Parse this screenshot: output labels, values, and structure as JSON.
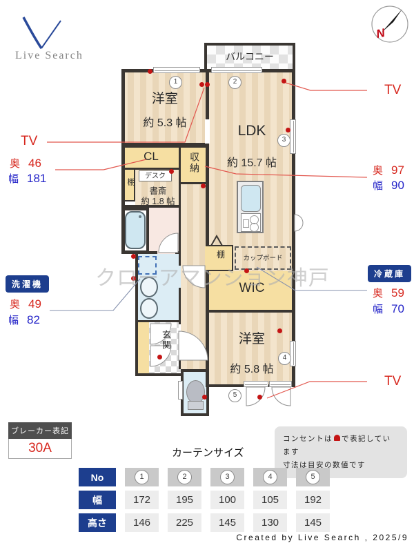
{
  "colors": {
    "accent_red": "#d7281f",
    "accent_blue": "#2323c8",
    "badge_navy": "#1d3e8e",
    "wall": "#3a3632",
    "room_yellow": "#f6dfa2"
  },
  "logo": {
    "brand": "Live Search"
  },
  "compass": {
    "north": "N"
  },
  "plan": {
    "balcony": "バルコニー",
    "room1_name": "洋室",
    "room1_size": "約 5.3 帖",
    "ldk_name": "LDK",
    "ldk_size": "約 15.7 帖",
    "cl": "CL",
    "storage": "収納",
    "shelf_left": "棚",
    "desk": "デスク",
    "study_name": "書斎",
    "study_size": "約 1.8 帖",
    "shelf_kitchen": "棚",
    "cupboard": "カップボード",
    "wic": "WIC",
    "entrance": "玄関",
    "room2_name": "洋室",
    "room2_size": "約 5.8 帖",
    "tags": {
      "t1": "1",
      "t2": "2",
      "t3": "3",
      "t4": "4",
      "t5": "5"
    },
    "watermark": "クローアマンション神戸"
  },
  "annotations": {
    "tv": "TV",
    "depth_label": "奥",
    "width_label": "幅",
    "cl_dims": {
      "depth": "46",
      "width": "181"
    },
    "washer": {
      "label": "洗濯機",
      "depth": "49",
      "width": "82"
    },
    "storage_dims": {
      "depth": "97",
      "width": "90"
    },
    "fridge": {
      "label": "冷蔵庫",
      "depth": "59",
      "width": "70"
    }
  },
  "breaker": {
    "title": "ブレーカー表記",
    "value": "30A"
  },
  "legend": {
    "line1_pre": "コンセントは",
    "line1_post": "で表記しています",
    "line2": "寸法は目安の数値です"
  },
  "curtain": {
    "title": "カーテンサイズ",
    "header": "No",
    "width_label": "幅",
    "height_label": "高さ",
    "numbers": [
      "1",
      "2",
      "3",
      "4",
      "5"
    ],
    "widths": [
      "172",
      "195",
      "100",
      "105",
      "192"
    ],
    "heights": [
      "146",
      "225",
      "145",
      "130",
      "145"
    ]
  },
  "footer": {
    "credit": "Created by Live Search , 2025/9"
  }
}
